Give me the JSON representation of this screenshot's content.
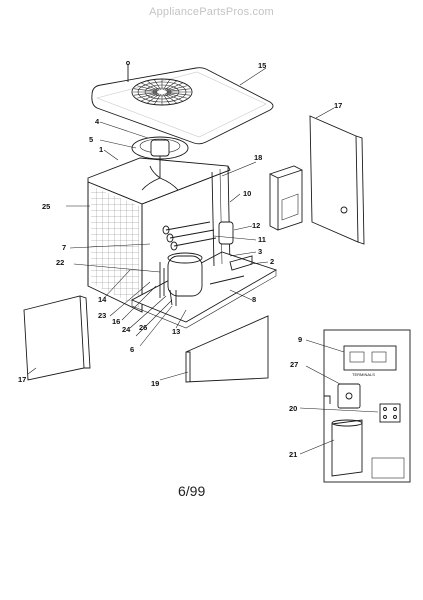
{
  "watermark": "AppliancePartsPros.com",
  "date_code": "6/99",
  "callouts": {
    "c1": "1",
    "c2": "2",
    "c3": "3",
    "c4": "4",
    "c5": "5",
    "c6": "6",
    "c7": "7",
    "c8": "8",
    "c9": "9",
    "c10": "10",
    "c11": "11",
    "c12": "12",
    "c13": "13",
    "c14": "14",
    "c15": "15",
    "c16": "16",
    "c17a": "17",
    "c17b": "17",
    "c18": "18",
    "c19": "19",
    "c20": "20",
    "c21": "21",
    "c22": "22",
    "c23": "23",
    "c24": "24",
    "c25": "25",
    "c26": "26",
    "c27": "27"
  },
  "terminal_label": "TERMINALS"
}
